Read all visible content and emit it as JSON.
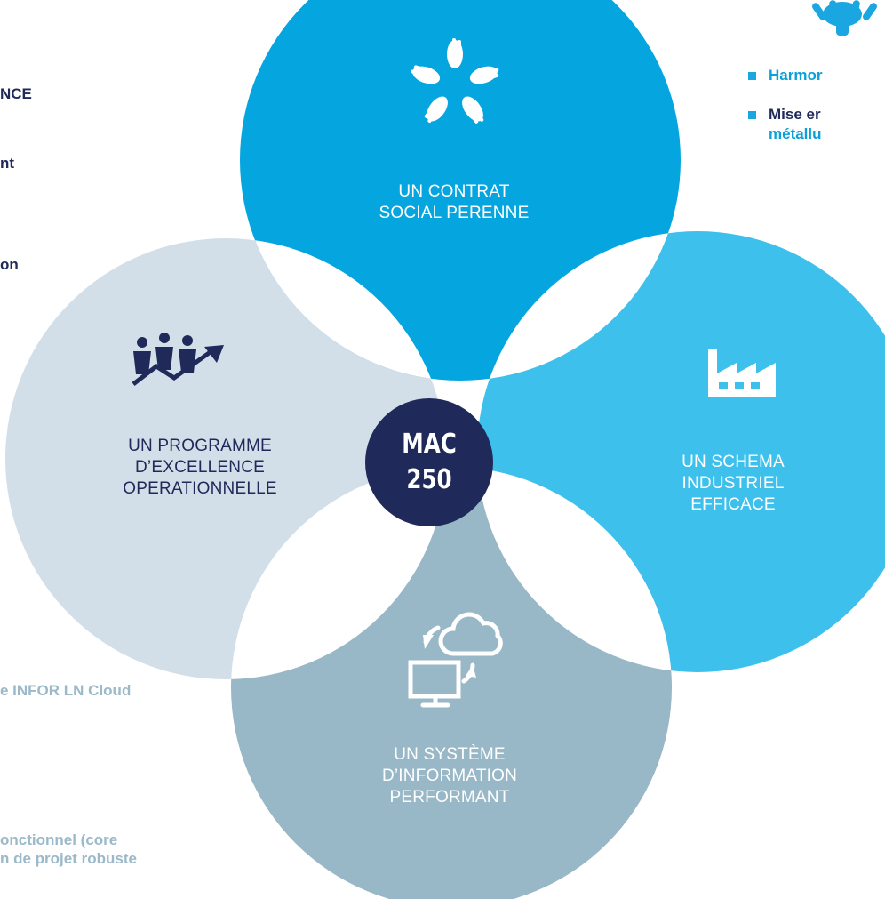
{
  "center": {
    "line1": "MAC",
    "line2": "250"
  },
  "petals": {
    "top": {
      "line1": "UN CONTRAT",
      "line2": "SOCIAL PERENNE",
      "icon": "hands-together-icon",
      "color": "#05a5df"
    },
    "left": {
      "line1": "UN PROGRAMME",
      "line2": "D’EXCELLENCE",
      "line3": "OPERATIONNELLE",
      "icon": "team-growth-icon",
      "color": "#d3dfe8"
    },
    "right": {
      "line1": "UN SCHEMA",
      "line2": "INDUSTRIEL",
      "line3": "EFFICACE",
      "icon": "factory-icon",
      "color": "#3ec0ec"
    },
    "bottom": {
      "line1": "UN SYSTÈME",
      "line2": "D’INFORMATION",
      "line3": "PERFORMANT",
      "icon": "cloud-computer-icon",
      "color": "#98b7c7"
    }
  },
  "left_text": {
    "line1": "NCE",
    "line2": "nt",
    "line3": "on",
    "line4": "e INFOR LN Cloud",
    "line5": "onctionnel (core",
    "line6": "n de projet robuste"
  },
  "right_text": {
    "item1": "Harmor",
    "item2_line1": "Mise er",
    "item2_line2": "métallu",
    "icon": "hands-together-icon"
  }
}
